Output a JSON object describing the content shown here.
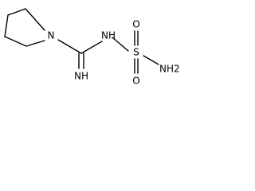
{
  "molecule": {
    "atoms": {
      "ring_n": "N",
      "sulfonyl_nh": "NH",
      "sulfur": "S",
      "oxygen_top": "O",
      "oxygen_bottom": "O",
      "amine": "NH2",
      "imine": "NH"
    },
    "colors": {
      "bond": "#000000",
      "label": "#000000"
    }
  }
}
